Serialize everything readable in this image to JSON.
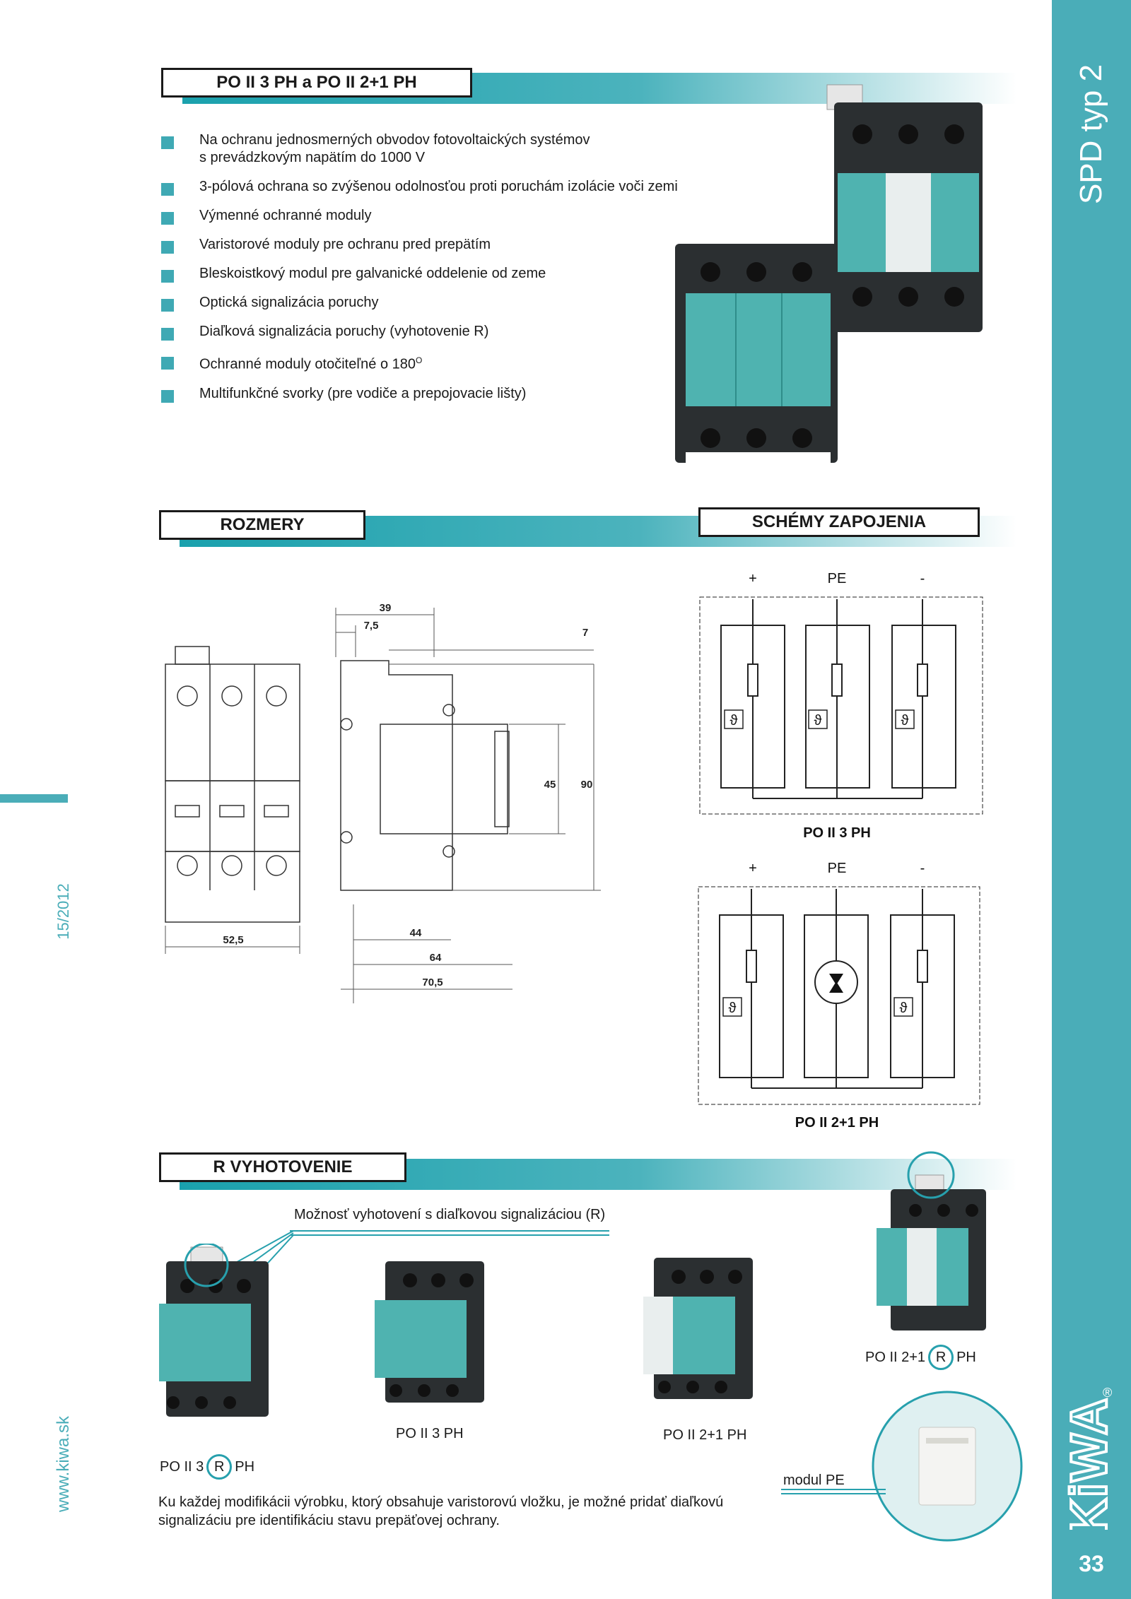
{
  "side": {
    "title": "SPD typ 2",
    "page_number": "33",
    "brand": "KiWA",
    "registered": "®",
    "edition": "15/2012",
    "website": "www.kiwa.sk"
  },
  "section1": {
    "title": "PO II 3 PH a PO II 2+1 PH",
    "bullets": [
      "Na ochranu jednosmerných obvodov fotovoltaických systémov\ns prevádzkovým napätím do 1000 V",
      "3-pólová ochrana so zvýšenou odolnosťou proti poruchám izolácie voči zemi",
      "Výmenné ochranné moduly",
      "Varistorové moduly pre ochranu pred prepätím",
      "Bleskoistkový modul pre galvanické oddelenie od zeme",
      "Optická signalizácia poruchy",
      "Diaľková signalizácia poruchy (vyhotovenie R)",
      "Ochranné moduly otočiteľné o 180",
      "Multifunkčné svorky (pre vodiče a prepojovacie lišty)"
    ],
    "degree_mark": "O"
  },
  "rozmery": {
    "title": "ROZMERY",
    "dims": {
      "d39": "39",
      "d7_5": "7,5",
      "d7": "7",
      "d45": "45",
      "d90": "90",
      "d52_5": "52,5",
      "d44": "44",
      "d64": "64",
      "d70_5": "70,5"
    }
  },
  "schemy": {
    "title": "SCHÉMY ZAPOJENIA",
    "terminals": [
      "+",
      "PE",
      "-"
    ],
    "caption1": "PO II 3 PH",
    "caption2": "PO II 2+1 PH",
    "theta": "ϑ"
  },
  "r_section": {
    "title": "R VYHOTOVENIE",
    "note": "Možnosť vyhotovení s diaľkovou signalizáciou (R)",
    "p1_pre": "PO II 3",
    "p1_r": "R",
    "p1_post": "PH",
    "p2": "PO II 3 PH",
    "p3": "PO II 2+1 PH",
    "p4_pre": "PO II 2+1",
    "p4_r": "R",
    "p4_post": "PH",
    "module_pe": "modul PE",
    "footer": "Ku každej modifikácii výrobku, ktorý obsahuje varistorovú vložku, je možné pridať diaľkovú\nsignalizáciu pre identifikáciu stavu prepäťovej ochrany."
  },
  "colors": {
    "accent": "#4aadb8",
    "teal_module": "#4fb3b0",
    "dark_base": "#2b2f31"
  }
}
